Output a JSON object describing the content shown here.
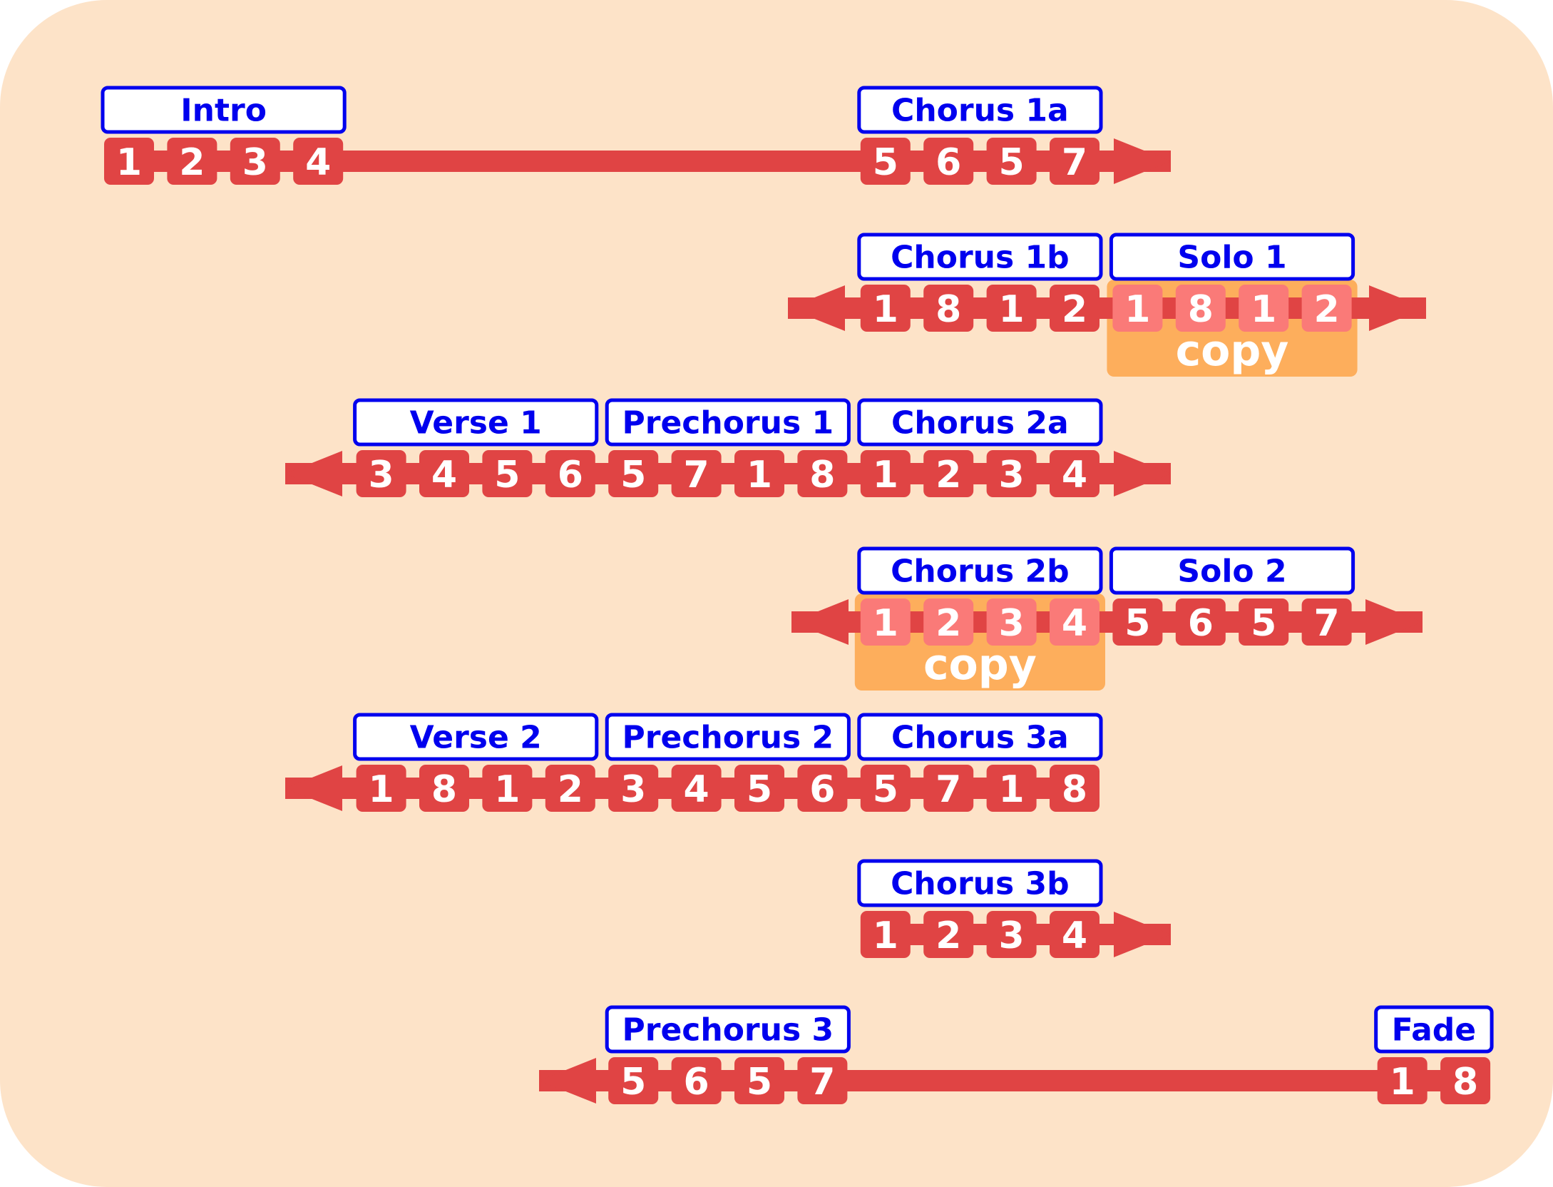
{
  "colors": {
    "background": "#fde3c8",
    "bar": "#e04444",
    "bar_highlight": "#fa7a78",
    "label_border": "#0000ee",
    "label_text": "#0000ee",
    "copy_fill": "#fdae5c"
  },
  "rows": [
    {
      "id": "row-1",
      "arrow_left": false,
      "arrow_right": true,
      "sections": [
        {
          "label": "Intro",
          "chords": [
            "1",
            "2",
            "3",
            "4"
          ]
        },
        {
          "label": "Chorus 1a",
          "chords": [
            "5",
            "6",
            "5",
            "7"
          ]
        }
      ]
    },
    {
      "id": "row-2",
      "arrow_left": true,
      "arrow_right": true,
      "sections": [
        {
          "label": "Chorus 1b",
          "chords": [
            "1",
            "8",
            "1",
            "2"
          ]
        },
        {
          "label": "Solo 1",
          "chords": [
            "1",
            "8",
            "1",
            "2"
          ],
          "copy": true
        }
      ]
    },
    {
      "id": "row-3",
      "arrow_left": true,
      "arrow_right": true,
      "sections": [
        {
          "label": "Verse 1",
          "chords": [
            "3",
            "4",
            "5",
            "6"
          ]
        },
        {
          "label": "Prechorus 1",
          "chords": [
            "5",
            "7",
            "1",
            "8"
          ]
        },
        {
          "label": "Chorus 2a",
          "chords": [
            "1",
            "2",
            "3",
            "4"
          ]
        }
      ]
    },
    {
      "id": "row-4",
      "arrow_left": true,
      "arrow_right": true,
      "sections": [
        {
          "label": "Chorus 2b",
          "chords": [
            "1",
            "2",
            "3",
            "4"
          ],
          "copy": true
        },
        {
          "label": "Solo 2",
          "chords": [
            "5",
            "6",
            "5",
            "7"
          ]
        }
      ]
    },
    {
      "id": "row-5",
      "arrow_left": true,
      "arrow_right": false,
      "sections": [
        {
          "label": "Verse 2",
          "chords": [
            "1",
            "8",
            "1",
            "2"
          ]
        },
        {
          "label": "Prechorus 2",
          "chords": [
            "3",
            "4",
            "5",
            "6"
          ]
        },
        {
          "label": "Chorus 3a",
          "chords": [
            "5",
            "7",
            "1",
            "8"
          ]
        }
      ]
    },
    {
      "id": "row-6",
      "arrow_left": false,
      "arrow_right": true,
      "sections": [
        {
          "label": "Chorus 3b",
          "chords": [
            "1",
            "2",
            "3",
            "4"
          ]
        }
      ]
    },
    {
      "id": "row-7",
      "arrow_left": true,
      "arrow_right": false,
      "sections": [
        {
          "label": "Prechorus 3",
          "chords": [
            "5",
            "6",
            "5",
            "7"
          ]
        },
        {
          "label": "Fade",
          "chords": [
            "1",
            "8"
          ]
        }
      ]
    }
  ],
  "copy_label": "copy"
}
